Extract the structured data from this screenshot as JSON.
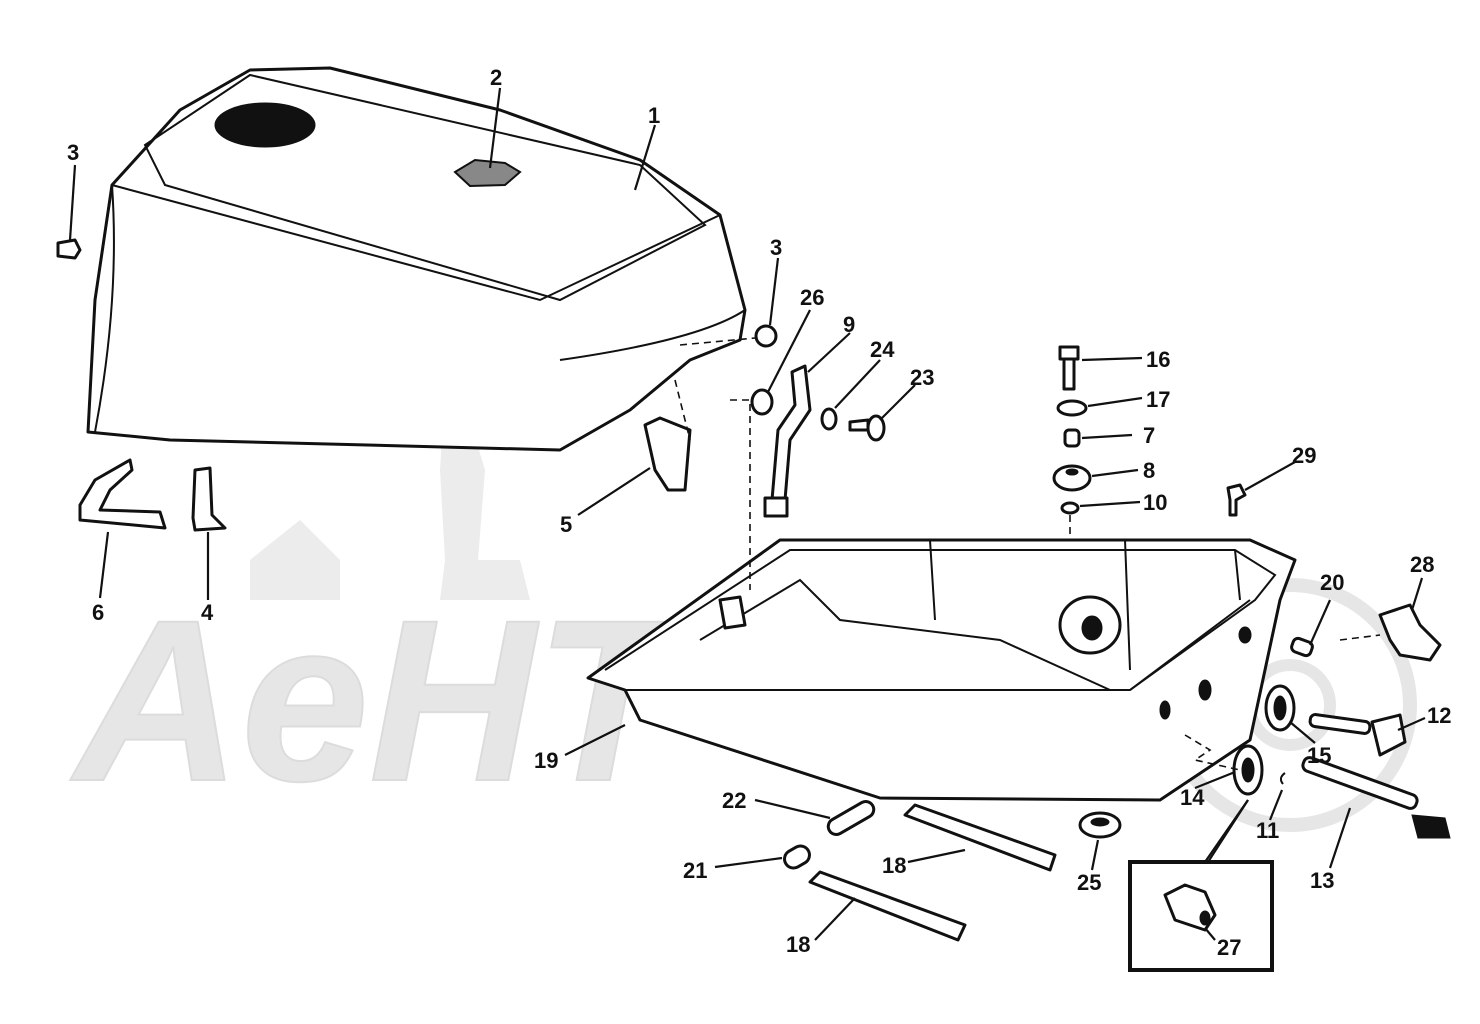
{
  "watermark": {
    "text": "AeHT"
  },
  "callouts": [
    {
      "id": "1",
      "label": "1"
    },
    {
      "id": "2",
      "label": "2"
    },
    {
      "id": "3a",
      "label": "3"
    },
    {
      "id": "3b",
      "label": "3"
    },
    {
      "id": "4",
      "label": "4"
    },
    {
      "id": "5",
      "label": "5"
    },
    {
      "id": "6",
      "label": "6"
    },
    {
      "id": "7",
      "label": "7"
    },
    {
      "id": "8",
      "label": "8"
    },
    {
      "id": "9",
      "label": "9"
    },
    {
      "id": "10",
      "label": "10"
    },
    {
      "id": "11",
      "label": "11"
    },
    {
      "id": "12",
      "label": "12"
    },
    {
      "id": "13",
      "label": "13"
    },
    {
      "id": "14",
      "label": "14"
    },
    {
      "id": "15",
      "label": "15"
    },
    {
      "id": "16",
      "label": "16"
    },
    {
      "id": "17",
      "label": "17"
    },
    {
      "id": "18a",
      "label": "18"
    },
    {
      "id": "18b",
      "label": "18"
    },
    {
      "id": "19",
      "label": "19"
    },
    {
      "id": "20",
      "label": "20"
    },
    {
      "id": "21",
      "label": "21"
    },
    {
      "id": "22",
      "label": "22"
    },
    {
      "id": "23",
      "label": "23"
    },
    {
      "id": "24",
      "label": "24"
    },
    {
      "id": "25",
      "label": "25"
    },
    {
      "id": "26",
      "label": "26"
    },
    {
      "id": "27",
      "label": "27"
    },
    {
      "id": "28",
      "label": "28"
    },
    {
      "id": "29",
      "label": "29"
    }
  ]
}
